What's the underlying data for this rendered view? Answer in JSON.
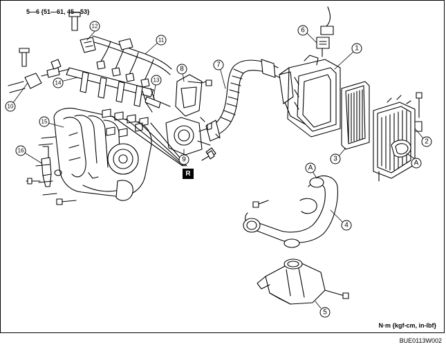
{
  "torque_spec": "5—6 {51—61, 45—53}",
  "unit_note": "N·m {kgf-cm, in-lbf}",
  "doc_code": "BUE0113W002",
  "r_marker": "R",
  "callouts": {
    "c1": "1",
    "c2": "2",
    "c3": "3",
    "c4": "4",
    "c5": "5",
    "c6": "6",
    "c7": "7",
    "c8": "8",
    "c9": "9",
    "c10": "10",
    "c11": "11",
    "c12": "12",
    "c13": "13",
    "c14": "14",
    "c15": "15",
    "c16": "16",
    "cA1": "A",
    "cA2": "A"
  }
}
